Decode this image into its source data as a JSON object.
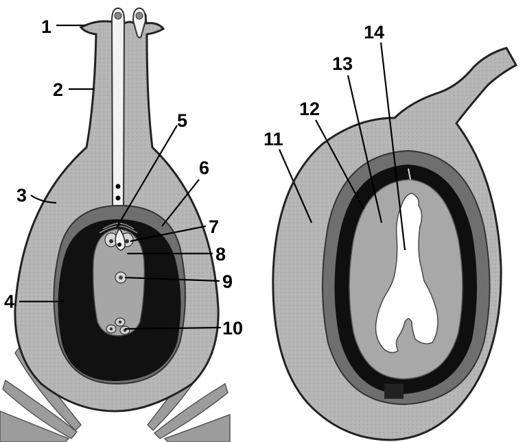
{
  "left_figure": {
    "labels": [
      "1",
      "2",
      "3",
      "4",
      "5",
      "6",
      "7",
      "8",
      "9",
      "10"
    ]
  },
  "right_figure": {
    "labels": [
      "11",
      "12",
      "13",
      "14"
    ]
  },
  "colors": {
    "tissue": "#b8b8b8",
    "dark_layer": "#111111",
    "mid_layer": "#6b6b6b",
    "sac": "#a9a9a9",
    "background": "#ffffff"
  }
}
